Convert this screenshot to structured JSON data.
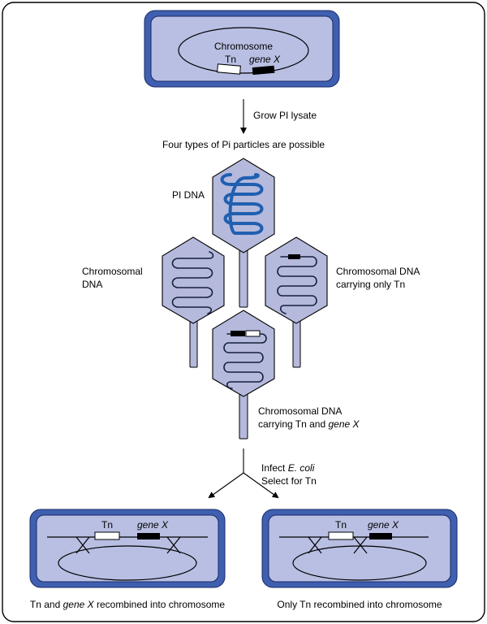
{
  "colors": {
    "cell_fill": "#b9bfe3",
    "cell_border": "#3f5fb0",
    "phage_fill": "#b5b9dc",
    "p1_dna": "#1f5fb0",
    "chrom_dna": "#14213d",
    "outline": "#000000"
  },
  "top_cell": {
    "chromosome_label": "Chromosome",
    "tn_label": "Tn",
    "genex_label": "gene X"
  },
  "arrow1_label": "Grow PI lysate",
  "particles_heading": "Four types of Pi particles are possible",
  "phages": {
    "p1": {
      "label": "PI DNA"
    },
    "chromosomal": {
      "label_line1": "Chromosomal",
      "label_line2": "DNA"
    },
    "tn_only": {
      "label_line1": "Chromosomal DNA",
      "label_line2": "carrying only Tn"
    },
    "tn_genex": {
      "label_line1": "Chromosomal DNA",
      "label_line2_prefix": "carrying Tn and ",
      "label_line2_italic": "gene X"
    }
  },
  "infect": {
    "line1_prefix": "Infect ",
    "line1_italic": "E. coli",
    "line2": "Select for Tn"
  },
  "bottom_left": {
    "tn_label": "Tn",
    "genex_label": "gene X",
    "caption_prefix": "Tn and ",
    "caption_italic": "gene X",
    "caption_suffix": " recombined into chromosome"
  },
  "bottom_right": {
    "tn_label": "Tn",
    "genex_label": "gene X",
    "caption": "Only Tn recombined into chromosome"
  }
}
